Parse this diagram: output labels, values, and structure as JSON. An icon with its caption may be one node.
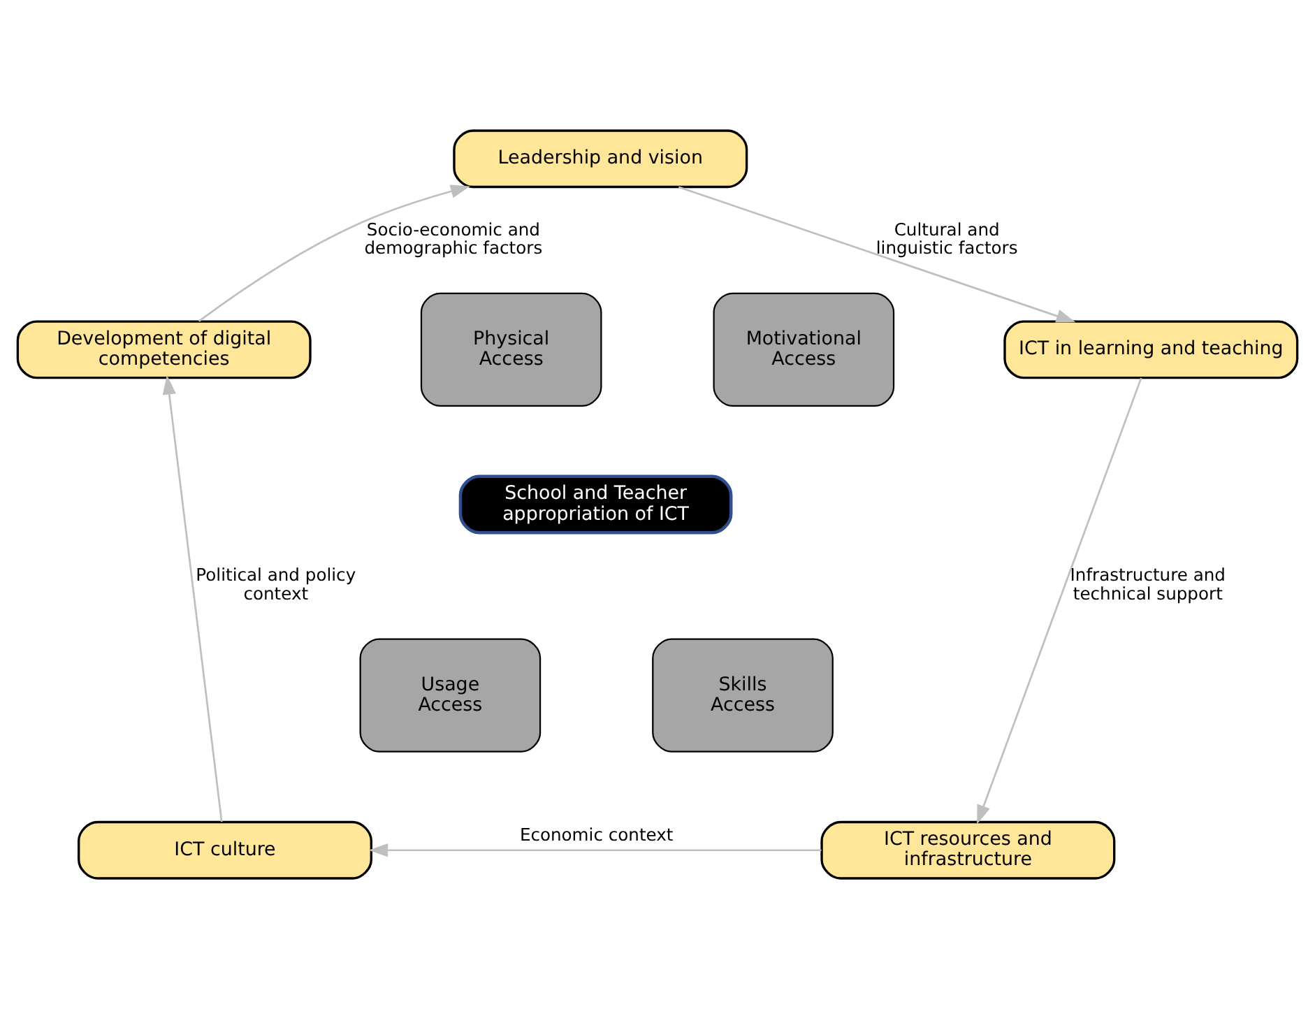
{
  "diagram": {
    "nodes": [
      {
        "text": [
          "Leadership and vision"
        ]
      },
      {
        "text": [
          "Development of digital competencies"
        ]
      },
      {
        "text": [
          "ICT in learning and teaching"
        ]
      },
      {
        "text": [
          "Physical Access"
        ]
      },
      {
        "text": [
          "Motivational Access"
        ]
      },
      {
        "text": [
          "School and Teacher appropriation of ICT"
        ]
      },
      {
        "text": [
          "Usage Access"
        ]
      },
      {
        "text": [
          "Skills Access"
        ]
      },
      {
        "text": [
          "ICT resources and infrastructure"
        ]
      },
      {
        "text": [
          "ICT culture"
        ]
      }
    ],
    "edges": [
      {
        "from": 0,
        "to": 2,
        "arrow": "to",
        "label": "Cultural and linguistic factors"
      },
      {
        "from": 2,
        "to": 8,
        "arrow": "to",
        "label": "Infrastructure and technical support"
      },
      {
        "from": 8,
        "to": 9,
        "arrow": "to",
        "label": "Economic context"
      },
      {
        "from": 9,
        "to": 1,
        "arrow": "to",
        "label": "Political and policy context"
      },
      {
        "from": 1,
        "to": 0,
        "arrow": "to",
        "label": "Socio-economic and demographic factors"
      }
    ]
  }
}
